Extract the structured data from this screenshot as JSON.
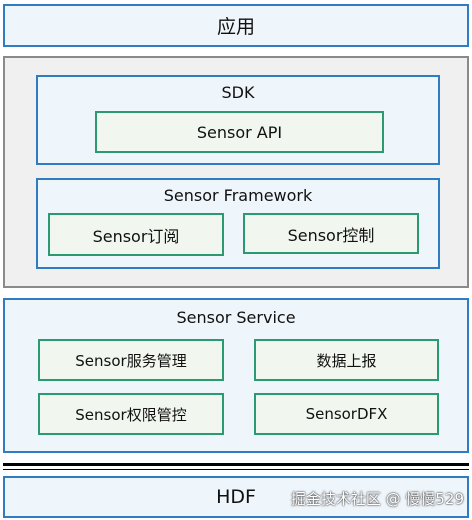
{
  "diagram": {
    "app": "应用",
    "sdk": {
      "title": "SDK",
      "api": "Sensor API"
    },
    "framework": {
      "title": "Sensor Framework",
      "subscribe": "Sensor订阅",
      "control": "Sensor控制"
    },
    "service": {
      "title": "Sensor Service",
      "service_mgmt": "Sensor服务管理",
      "data_report": "数据上报",
      "permission": "Sensor权限管控",
      "dfx": "SensorDFX"
    },
    "hdf": "HDF"
  },
  "watermark": "掘金技术社区 @ 慢慢529",
  "colors": {
    "blue_border": "#2f7cc2",
    "blue_fill": "#eef5fb",
    "gray_border": "#8a8a8a",
    "gray_fill": "#f0f0f0",
    "green_border": "#2a9a73",
    "green_fill": "#f1f7ef"
  }
}
